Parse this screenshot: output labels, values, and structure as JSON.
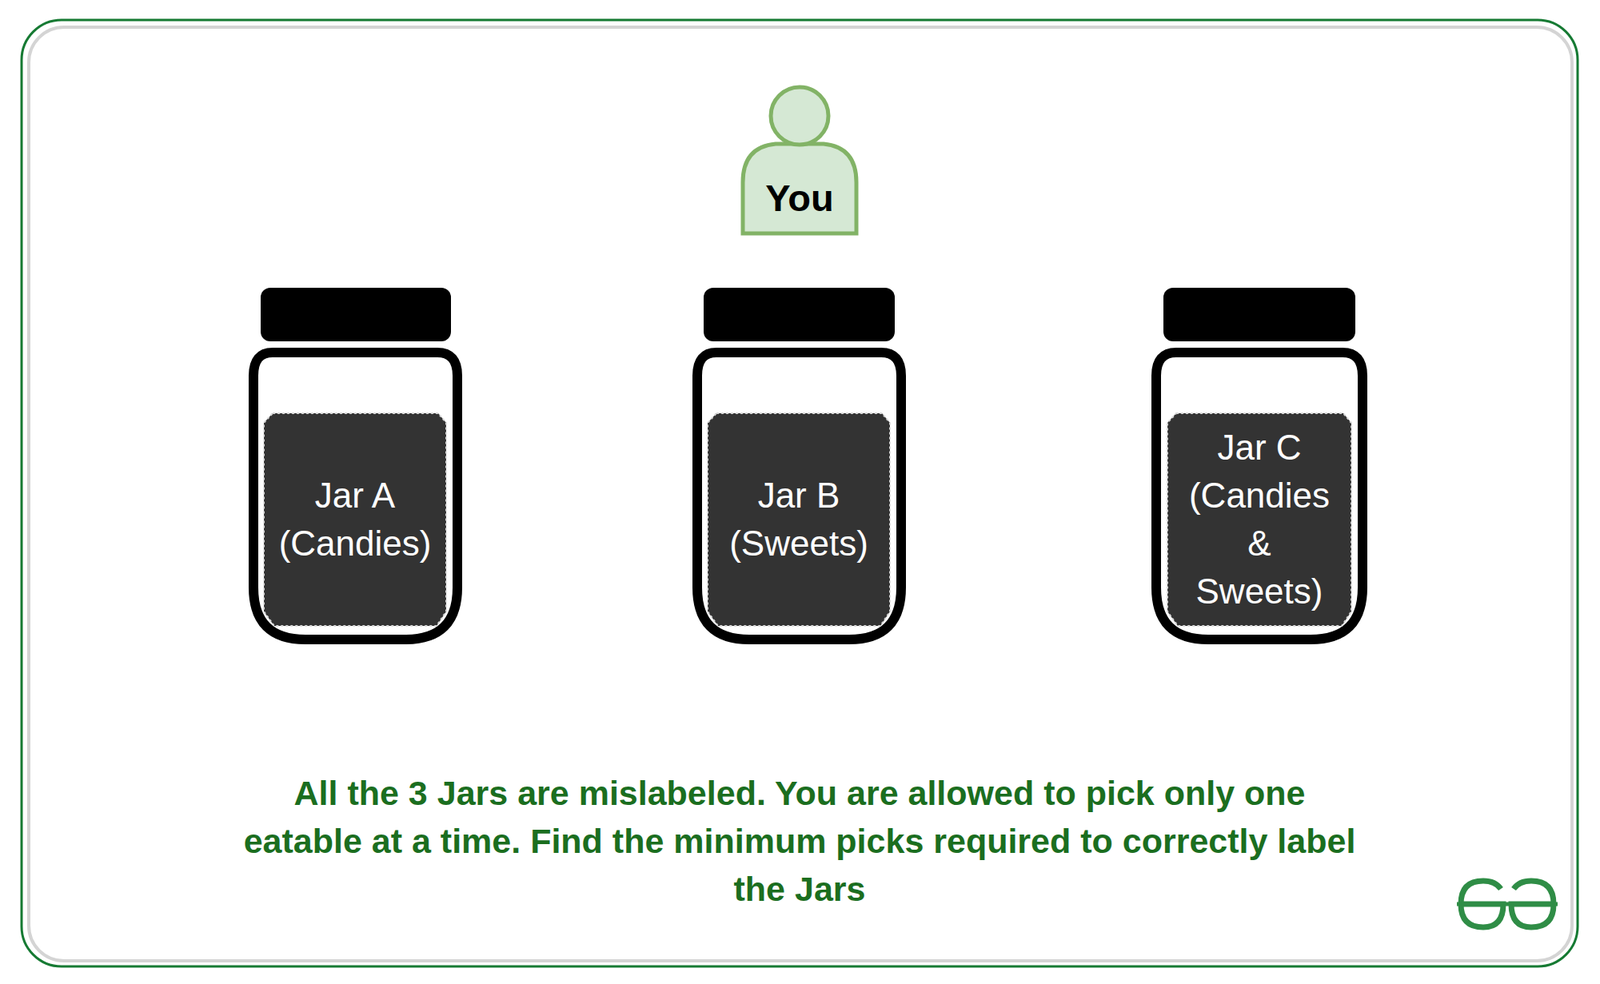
{
  "diagram": {
    "caption": "All the 3 Jars are mislabeled. You are allowed to pick only one eatable at a time. Find the minimum picks required to correctly label the Jars",
    "nodes": [
      {
        "text": [
          "You"
        ]
      },
      {
        "text": [
          "Jar A (Candies)"
        ]
      },
      {
        "text": [
          "Jar B (Sweets)"
        ]
      },
      {
        "text": [
          "Jar C (Candies & Sweets)"
        ]
      }
    ]
  }
}
